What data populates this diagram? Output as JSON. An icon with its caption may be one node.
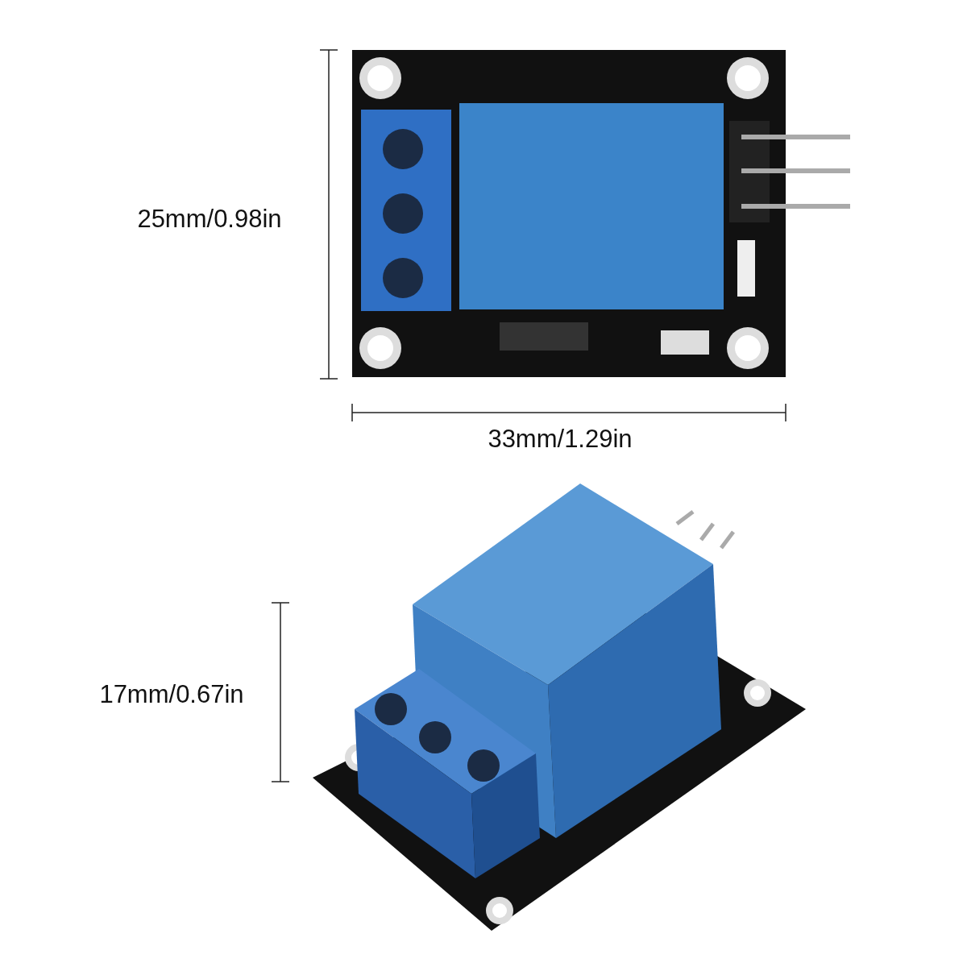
{
  "diagram": {
    "labels": [
      "25mm/0.98in",
      "33mm/1.29in",
      "17mm/0.67in"
    ]
  }
}
